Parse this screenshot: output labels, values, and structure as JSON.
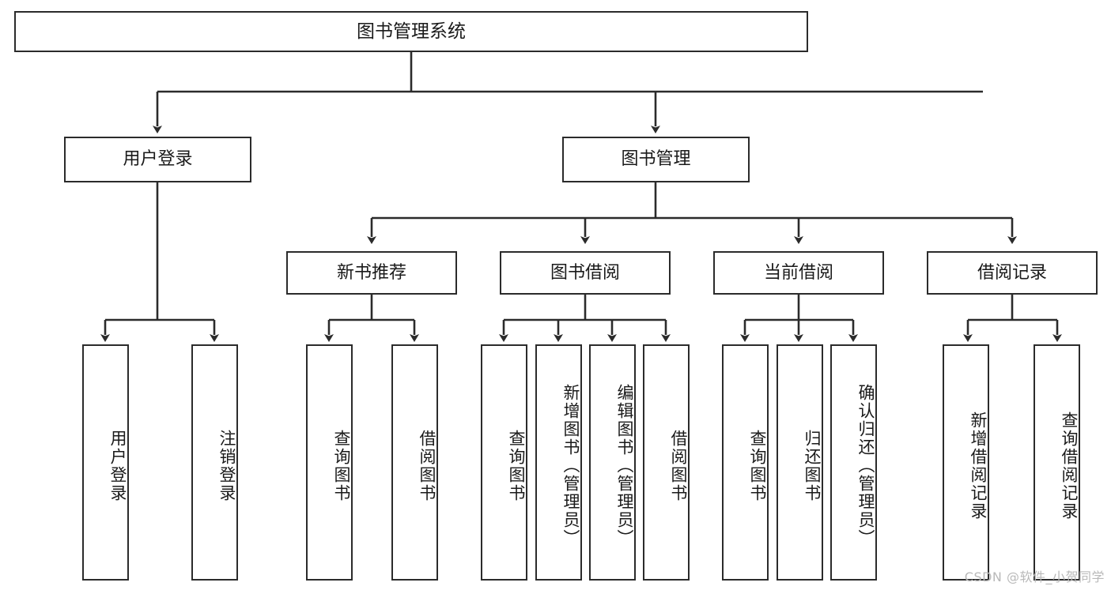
{
  "diagram": {
    "title": "图书管理系统",
    "type": "tree-hierarchy-chart",
    "root": {
      "label": "图书管理系统"
    },
    "level2": [
      {
        "label": "用户登录"
      },
      {
        "label": "图书管理"
      }
    ],
    "level3": [
      {
        "label": "新书推荐"
      },
      {
        "label": "图书借阅"
      },
      {
        "label": "当前借阅"
      },
      {
        "label": "借阅记录"
      }
    ],
    "leaves": {
      "user_login": [
        {
          "label": "用户登录"
        },
        {
          "label": "注销登录"
        }
      ],
      "new_book_recommend": [
        {
          "label": "查询图书"
        },
        {
          "label": "借阅图书"
        }
      ],
      "book_borrow": [
        {
          "label": "查询图书"
        },
        {
          "label": "新增图书（管理员）"
        },
        {
          "label": "编辑图书（管理员）"
        },
        {
          "label": "借阅图书"
        }
      ],
      "current_borrow": [
        {
          "label": "查询图书"
        },
        {
          "label": "归还图书"
        },
        {
          "label": "确认归还（管理员）"
        }
      ],
      "borrow_record": [
        {
          "label": "新增借阅记录"
        },
        {
          "label": "查询借阅记录"
        }
      ]
    },
    "watermark": "CSDN @软件_小贺同学",
    "colors": {
      "stroke": "#2b2b2b",
      "fill": "#ffffff",
      "text": "#1a1a1a",
      "watermark": "#b9b9b9"
    }
  }
}
